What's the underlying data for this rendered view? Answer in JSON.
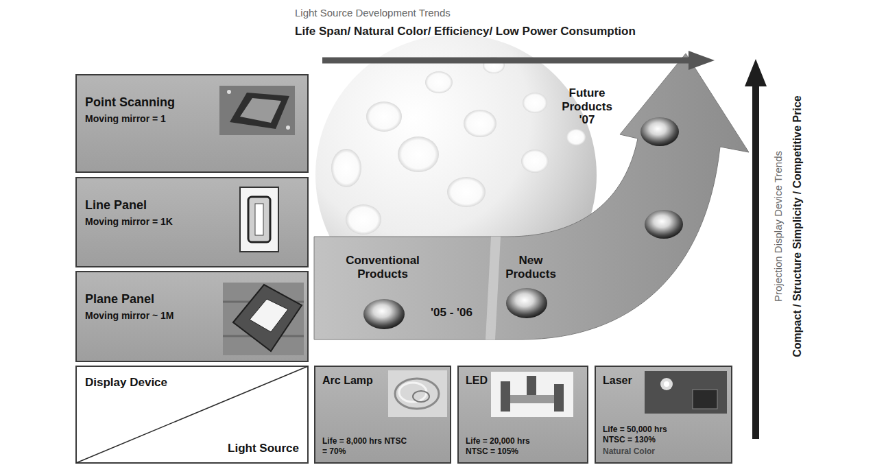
{
  "diagram": {
    "nodes": [
      {
        "text": [
          "Point Scanning",
          "Moving mirror = 1"
        ]
      },
      {
        "text": [
          "Line Panel",
          "Moving mirror = 1K"
        ]
      },
      {
        "text": [
          "Plane Panel",
          "Moving mirror ~ 1M"
        ]
      },
      {
        "text": [
          "Display Device",
          "Light Source"
        ]
      },
      {
        "text": [
          "Arc Lamp",
          "Life = 8,000 hrs NTSC = 70%"
        ]
      },
      {
        "text": [
          "LED",
          "Life = 20,000 hrs NTSC = 105%"
        ]
      },
      {
        "text": [
          "Laser",
          "Life = 50,000 hrs NTSC = 130%",
          "Natural Color"
        ]
      }
    ],
    "labels": [
      "Light Source Development Trends",
      "Life Span/ Natural Color/ Efficiency/ Low Power Consumption",
      "Projection Display Device Trends",
      "Compact / Structure Simplicity / Competitive Price",
      "Conventional Products",
      "New Products",
      "'05 - '06",
      "Future Products '07"
    ]
  }
}
